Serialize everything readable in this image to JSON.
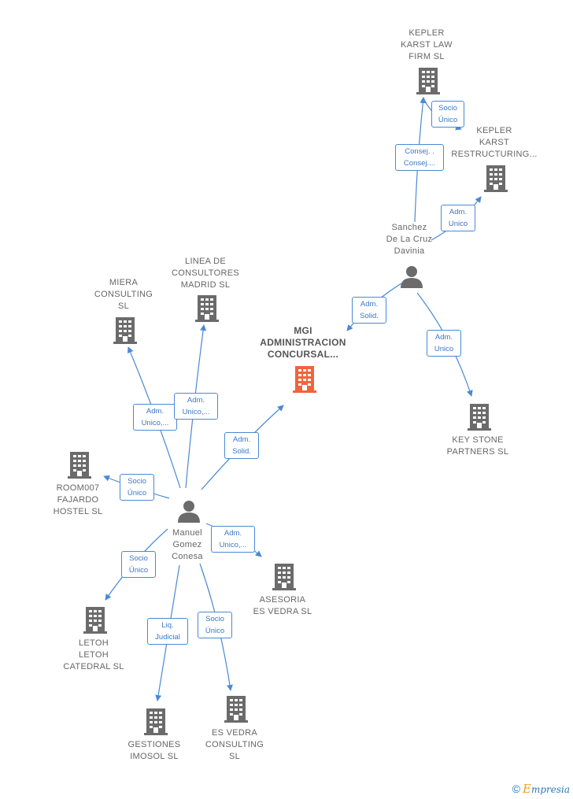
{
  "colors": {
    "edge": "#4a89d4",
    "node": "#6b6b6b",
    "main": "#f0643c"
  },
  "nodes": {
    "kepler_law": {
      "label": "KEPLER\nKARST LAW\nFIRM  SL",
      "icon": "building-icon"
    },
    "kepler_restructuring": {
      "label": "KEPLER\nKARST\nRESTRUCTURING...",
      "icon": "building-icon"
    },
    "sanchez": {
      "label": "Sanchez\nDe La Cruz\nDavinia",
      "icon": "person-icon"
    },
    "linea": {
      "label": "LINEA DE\nCONSULTORES\nMADRID  SL",
      "icon": "building-icon"
    },
    "miera": {
      "label": "MIERA\nCONSULTING\nSL",
      "icon": "building-icon"
    },
    "mgi": {
      "label": "MGI\nADMINISTRACION\nCONCURSAL...",
      "icon": "building-icon"
    },
    "key_stone": {
      "label": "KEY STONE\nPARTNERS  SL",
      "icon": "building-icon"
    },
    "room007": {
      "label": "ROOM007\nFAJARDO\nHOSTEL  SL",
      "icon": "building-icon"
    },
    "manuel": {
      "label": "Manuel\nGomez\nConesa",
      "icon": "person-icon"
    },
    "asesoria": {
      "label": "ASESORIA\nES VEDRA  SL",
      "icon": "building-icon"
    },
    "letoh": {
      "label": "LETOH\nLETOH\nCATEDRAL  SL",
      "icon": "building-icon"
    },
    "gestiones": {
      "label": "GESTIONES\nIMOSOL SL",
      "icon": "building-icon"
    },
    "es_vedra": {
      "label": "ES VEDRA\nCONSULTING\nSL",
      "icon": "building-icon"
    }
  },
  "edges": {
    "sanchez_kepler_law": "Consej. .\nConsej....",
    "sanchez_kepler_law_socio": "Socio\nÚnico",
    "sanchez_kepler_restructuring": "Adm.\nUnico",
    "sanchez_mgi": "Adm.\nSolid.",
    "sanchez_key_stone": "Adm.\nUnico",
    "manuel_miera": "Adm.\nUnico,...",
    "manuel_linea": "Adm.\nUnico,...",
    "manuel_mgi": "Adm.\nSolid.",
    "manuel_room007": "Socio\nÚnico",
    "manuel_asesoria": "Adm.\nUnico,...",
    "manuel_letoh": "Socio\nÚnico",
    "manuel_gestiones": "Liq.\nJudicial",
    "manuel_es_vedra": "Socio\nÚnico"
  },
  "footer": {
    "copyright": "©",
    "brand_first": "E",
    "brand_rest": "mpresia"
  }
}
